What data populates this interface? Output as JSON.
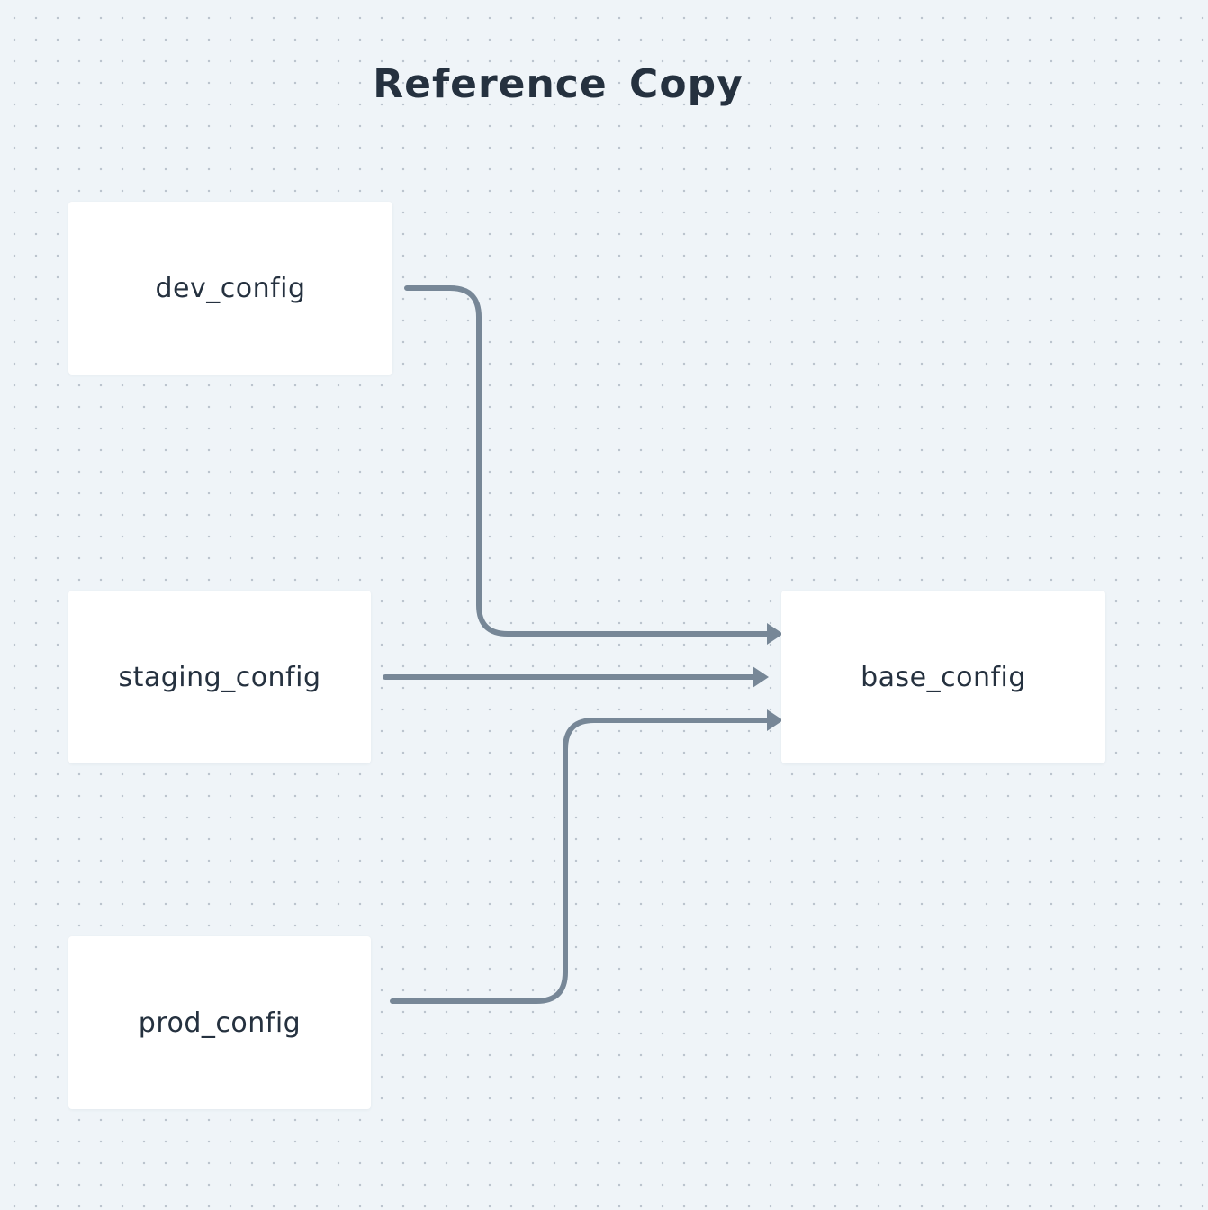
{
  "diagram": {
    "title": "Reference Copy",
    "nodes": [
      {
        "id": "dev",
        "label": "dev_config"
      },
      {
        "id": "staging",
        "label": "staging_config"
      },
      {
        "id": "prod",
        "label": "prod_config"
      },
      {
        "id": "base",
        "label": "base_config"
      }
    ],
    "edges": [
      {
        "from": "dev_config",
        "to": "base_config"
      },
      {
        "from": "staging_config",
        "to": "base_config"
      },
      {
        "from": "prod_config",
        "to": "base_config"
      }
    ],
    "colors": {
      "background": "#eff4f8",
      "node_fill": "#ffffff",
      "edge": "#778797",
      "text": "#25313f"
    }
  }
}
